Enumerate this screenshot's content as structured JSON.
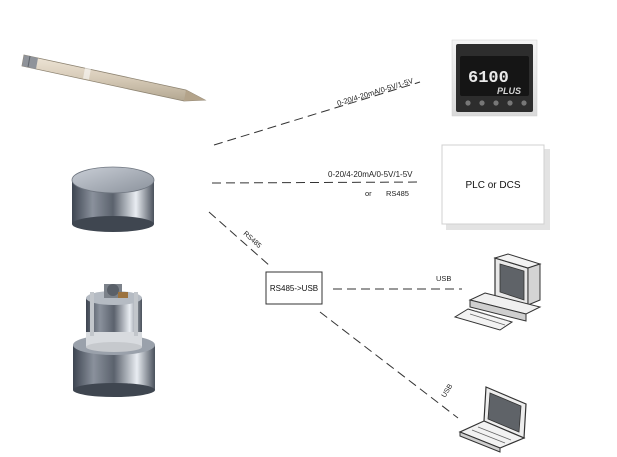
{
  "links": {
    "to_controller": "0-20/4-20mA/0-5V/1-5V",
    "to_plc": "0-20/4-20mA/0-5V/1-5V",
    "to_plc_or": "or",
    "to_plc_alt": "RS485",
    "to_converter": "RS485",
    "to_desktop": "USB",
    "to_laptop": "USB"
  },
  "nodes": {
    "plc": "PLC or DCS",
    "converter": "RS485->USB",
    "controller_display": "6100",
    "controller_brand": "PLUS"
  }
}
